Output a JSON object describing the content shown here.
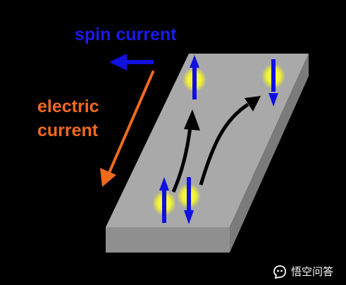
{
  "labels": {
    "spin_current": "spin current",
    "electric_current_line1": "electric",
    "electric_current_line2": "current"
  },
  "watermark": {
    "text": "悟空问答",
    "icon": "wukong-logo-icon"
  },
  "colors": {
    "background": "#000000",
    "slab_top": "#a9a9a9",
    "slab_front": "#8e8e8e",
    "slab_side": "#7a7a7a",
    "spin_arrow": "#1010e0",
    "electric_arrow": "#f06a1e",
    "electron_glow": "#ffff33",
    "trajectory": "#000000"
  },
  "electrons": [
    {
      "id": "bottom-left",
      "spin": "up"
    },
    {
      "id": "bottom-right",
      "spin": "down"
    },
    {
      "id": "top-left",
      "spin": "up"
    },
    {
      "id": "top-right",
      "spin": "down"
    }
  ]
}
